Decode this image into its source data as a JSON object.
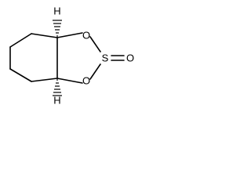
{
  "molecule": {
    "atoms": {
      "o_upper": "O",
      "o_lower": "O",
      "sulfur": "S",
      "o_double": "O",
      "h_upper": "H",
      "h_lower": "H"
    }
  }
}
